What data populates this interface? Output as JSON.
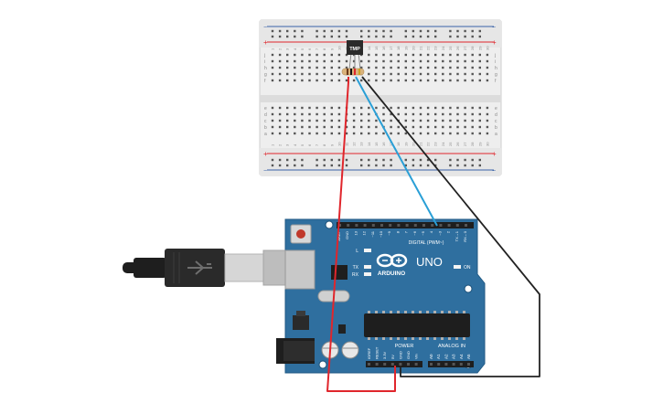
{
  "breadboard": {
    "row_letters_top": [
      "j",
      "i",
      "h",
      "g",
      "f"
    ],
    "row_letters_bottom": [
      "e",
      "d",
      "c",
      "b",
      "a"
    ],
    "rail_plus": "+",
    "rail_minus": "−",
    "column_numbers": [
      "1",
      "2",
      "3",
      "4",
      "5",
      "6",
      "7",
      "8",
      "9",
      "10",
      "11",
      "12",
      "13",
      "14",
      "15",
      "16",
      "17",
      "18",
      "19",
      "20",
      "21",
      "22",
      "23",
      "24",
      "25",
      "26",
      "27",
      "28",
      "29",
      "30"
    ]
  },
  "sensor": {
    "label": "TMP"
  },
  "arduino": {
    "brand": "ARDUINO",
    "model": "UNO",
    "digital_label": "DIGITAL (PWM~)",
    "power_label": "POWER",
    "analog_label": "ANALOG IN",
    "on_label": "ON",
    "led_l_label": "L",
    "led_tx_label": "TX",
    "led_rx_label": "RX",
    "digital_pins": [
      "AREF",
      "GND",
      "13",
      "12",
      "~11",
      "~10",
      "~9",
      "8",
      "7",
      "~6",
      "~5",
      "4",
      "~3",
      "2",
      "TX→1",
      "RX←0"
    ],
    "power_pins": [
      "IOREF",
      "RESET",
      "3.3V",
      "5V",
      "GND",
      "GND",
      "Vin"
    ],
    "analog_pins": [
      "A0",
      "A1",
      "A2",
      "A3",
      "A4",
      "A5"
    ]
  },
  "colors": {
    "board": "#2f6f9f",
    "board_edge": "#205a84",
    "wire_red": "#e0262c",
    "wire_blue": "#2a9fd6",
    "wire_black": "#222222",
    "breadboard": "#eeeeee",
    "rail_red": "#e0262c",
    "rail_blue": "#3a63a8"
  }
}
